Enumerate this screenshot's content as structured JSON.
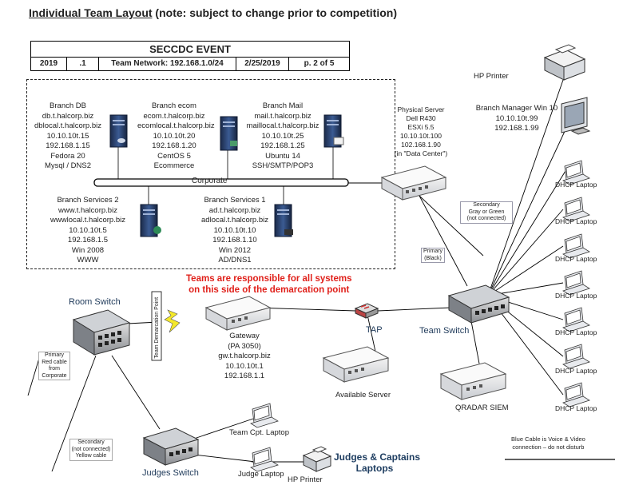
{
  "heading": {
    "underlined": "Individual Team Layout",
    "rest": " (note: subject to change prior to competition)"
  },
  "event_table": {
    "title": "SECCDC EVENT",
    "cells": [
      "2019",
      ".1",
      "Team Network: 192.168.1.0/24",
      "2/25/2019",
      "p. 2 of 5"
    ]
  },
  "corporate_bar_label": "Corporate",
  "servers": {
    "branch_db": [
      "Branch DB",
      "db.t.halcorp.biz",
      "dblocal.t.halcorp.biz",
      "10.10.10t.15",
      "192.168.1.15",
      "Fedora 20",
      "Mysql / DNS2"
    ],
    "branch_ecom": [
      "Branch ecom",
      "ecom.t.halcorp.biz",
      "ecomlocal.t.halcorp.biz",
      "10.10.10t.20",
      "192.168.1.20",
      "CentOS 5",
      "Ecommerce"
    ],
    "branch_mail": [
      "Branch Mail",
      "mail.t.halcorp.biz",
      "maillocal.t.halcorp.biz",
      "10.10.10t.25",
      "192.168.1.25",
      "Ubuntu 14",
      "SSH/SMTP/POP3"
    ],
    "branch_services_2": [
      "Branch Services 2",
      "www.t.halcorp.biz",
      "wwwlocal.t.halcorp.biz",
      "10.10.10t.5",
      "192.168.1.5",
      "Win 2008",
      "WWW"
    ],
    "branch_services_1": [
      "Branch Services 1",
      "ad.t.halcorp.biz",
      "adlocal.t.halcorp.biz",
      "10.10.10t.10",
      "192.168.1.10",
      "Win 2012",
      "AD/DNS1"
    ],
    "physical_server": [
      "Physical Server",
      "Dell R430",
      "ESXi 5.5",
      "10.10.10t.100",
      "102.168.1.90",
      "(in \"Data Center\")"
    ],
    "gateway": [
      "Gateway",
      "(PA 3050)",
      "gw.t.halcorp.biz",
      "10.10.10t.1",
      "192.168.1.1"
    ]
  },
  "hp_printer_top": "HP Printer",
  "branch_manager": [
    "Branch Manager Win 10",
    "10.10.10t.99",
    "192.168.1.99"
  ],
  "dhcp_laptop_label": "DHCP Laptop",
  "secondary_gray": [
    "Secondary",
    "Gray or Green",
    "(not connected)"
  ],
  "primary_black": [
    "Primary",
    "(Black)"
  ],
  "demarcation_note": [
    "Teams are responsible for all systems",
    "on this side of the demarcation point"
  ],
  "team_demarcation_point": "Team Demarcation Point",
  "room_switch": "Room Switch",
  "tap": "TAP",
  "team_switch": "Team Switch",
  "available_server": "Available Server",
  "qradar": "QRADAR SIEM",
  "primary_red": [
    "Primary",
    "Red cable",
    "from",
    "Corporate"
  ],
  "secondary_yellow": [
    "Secondary",
    "(not connected)",
    "Yellow cable"
  ],
  "team_cpt_laptop": "Team Cpt. Laptop",
  "judge_laptop": "Judge Laptop",
  "hp_printer_bottom": "HP Printer",
  "judges_switch": "Judges Switch",
  "judges_captains": [
    "Judges & Captains",
    "Laptops"
  ],
  "blue_cable_note": [
    "Blue Cable is Voice & Video",
    "connection – do not disturb"
  ]
}
